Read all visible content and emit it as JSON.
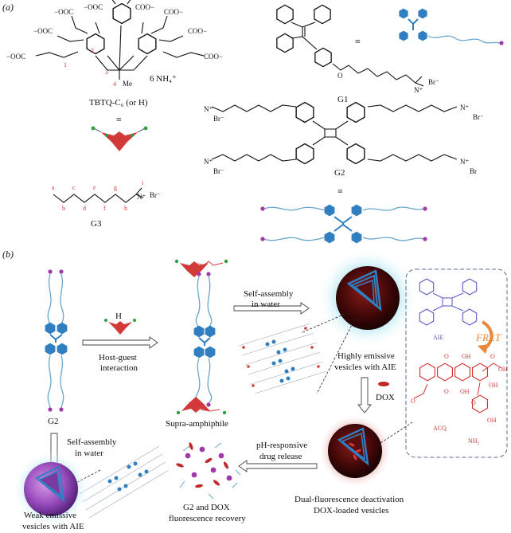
{
  "panel_a": {
    "tag": "(a)",
    "host": {
      "carboxylates": [
        "−OOC",
        "−OOC",
        "−OOC",
        "COO−",
        "COO−",
        "COO−"
      ],
      "position_numbers": [
        "1",
        "2",
        "3",
        "4"
      ],
      "methyl": "Me",
      "counterion": "6 NH₄⁺",
      "name": "TBTQ-C₆ (or H)"
    },
    "g1": {
      "label": "G1",
      "bromide": "Br⁻",
      "ammonium": "N⁺"
    },
    "g2": {
      "label": "G2",
      "bromide": "Br⁻",
      "bromide_plain": "Br",
      "ammonium": "N⁺"
    },
    "g3": {
      "label": "G3",
      "letters_top": [
        "a",
        "c",
        "e",
        "g",
        "i"
      ],
      "letters_bottom": [
        "b",
        "d",
        "f",
        "h"
      ],
      "bromide": "Br⁻",
      "ammonium": "N⁺"
    },
    "equiv_symbol": "≡"
  },
  "panel_b": {
    "tag": "(b)",
    "g2_label": "G2",
    "h_label": "H",
    "host_guest_1": "Host-guest",
    "host_guest_2": "interaction",
    "supra_label": "Supra-amphiphile",
    "self_assembly_1": "Self-assembly",
    "self_assembly_2": "in water",
    "highly_1": "Highly emissive",
    "highly_2": "vesicles with AIE",
    "dox_label": "DOX",
    "aie_label": "AIE",
    "fret_label": "FRET",
    "acq_label": "ACQ",
    "nh2_label": "NH₂",
    "dox_atoms": [
      "O",
      "OH",
      "O",
      "OH",
      "O",
      "OH",
      "O",
      "OH",
      "OH",
      "O"
    ],
    "weak_1": "Weak emissive",
    "weak_2": "vesicles with AIE",
    "ph_1": "pH-responsive",
    "ph_2": "drug release",
    "recovery_1": "G2 and DOX",
    "recovery_2": "fluorescence recovery",
    "dual_1": "Dual-fluorescence deactivation",
    "dual_2": "DOX-loaded vesicles"
  },
  "colors": {
    "chain": "#6aa6c8",
    "hex_blue": "#2f7fc1",
    "host_red": "#d23a3a",
    "head_green": "#2e9e3e",
    "end_purple": "#a03aa8",
    "vesicle_glow": "#7fd6ea",
    "vesicle_dark": "#3a0a0a",
    "weak_purple": "#9b5fc8",
    "fret_orange": "#e7883a",
    "aie_blue": "#5a5ac8",
    "acq_red": "#d23a3a"
  }
}
